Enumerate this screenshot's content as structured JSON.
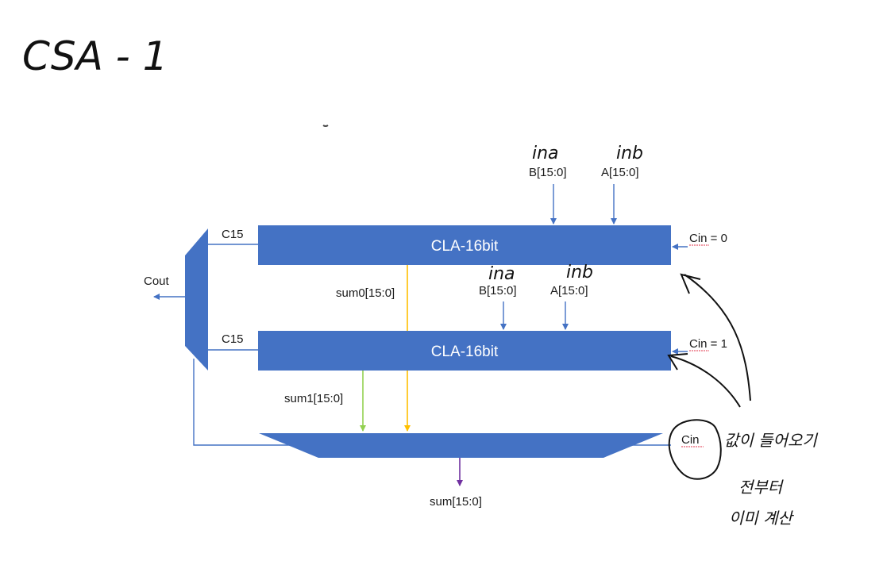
{
  "title": "CSA - 1",
  "colors": {
    "block": "#4472C4",
    "wire": "#4472C4",
    "sum0_wire": "#FFC000",
    "sum1_wire": "#92D050",
    "sum_out_wire": "#7030A0",
    "ink": "#111111"
  },
  "cla_top": {
    "label": "CLA-16bit",
    "input_b": "B[15:0]",
    "input_a": "A[15:0]",
    "note_b": "ina",
    "note_a": "inb",
    "carry_out": "C15",
    "carry_in": "Cin = 0",
    "sum_label": "sum0[15:0]"
  },
  "cla_bottom": {
    "label": "CLA-16bit",
    "input_b": "B[15:0]",
    "input_a": "A[15:0]",
    "note_b": "ina",
    "note_a": "inb",
    "carry_out": "C15",
    "carry_in": "Cin = 1",
    "sum_label": "sum1[15:0]"
  },
  "carry_mux": {
    "output_label": "Cout"
  },
  "sum_mux": {
    "select_label": "Cin",
    "output_label": "sum[15:0]"
  },
  "handwritten_note": [
    "값이 들어오기",
    "전부터",
    "이미 계산"
  ]
}
